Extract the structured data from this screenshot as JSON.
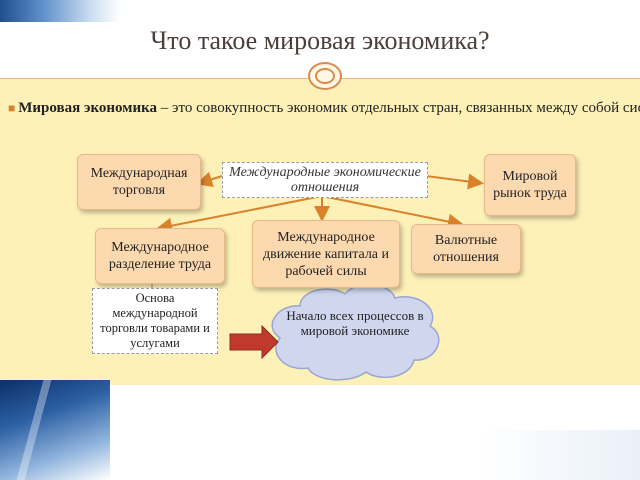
{
  "slide": {
    "title": "Что такое мировая экономика?",
    "definition_term": "Мировая экономика",
    "definition_text": " – это совокупность экономик отдельных стран, связанных между собой системой международных экономических отношений."
  },
  "diagram": {
    "center_note": "Международные экономические отношения",
    "trade": "Международная торговля",
    "labor_market": "Мировой рынок труда",
    "division": "Международное разделение труда",
    "movement": "Международное движение капитала и рабочей силы",
    "currency": "Валютные отношения",
    "basis_note": "Основа международной торговли товарами и услугами",
    "cloud": "Начало всех процессов в мировой экономике"
  },
  "colors": {
    "panel": "#fdf1b8",
    "box": "#fdd9b0",
    "arrow": "#d9822b",
    "cloud": "#cfd6ee",
    "red_arrow": "#c0392b"
  }
}
